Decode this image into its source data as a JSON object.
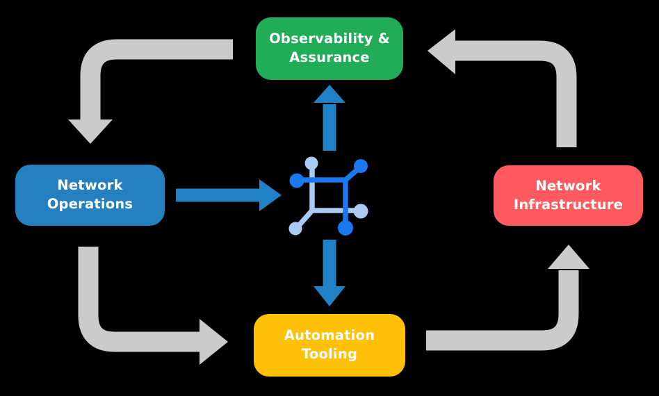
{
  "boxes": {
    "top": {
      "line1": "Observability &",
      "line2": "Assurance"
    },
    "left": {
      "line1": "Network",
      "line2": "Operations"
    },
    "right": {
      "line1": "Network",
      "line2": "Infrastructure"
    },
    "bottom": {
      "line1": "Automation",
      "line2": "Tooling"
    }
  },
  "center_icon": "network-nodes-icon",
  "colors": {
    "box_green": "#21AC57",
    "box_blue": "#2480BE",
    "box_red": "#FF5A5F",
    "box_yellow": "#FFC107",
    "arrow_gray": "#CBCBCB",
    "arrow_blue": "#2181C6",
    "icon_dark": "#1A78F0",
    "icon_light": "#A9CBF5",
    "text": "#FFFFFF",
    "background": "#000000"
  }
}
